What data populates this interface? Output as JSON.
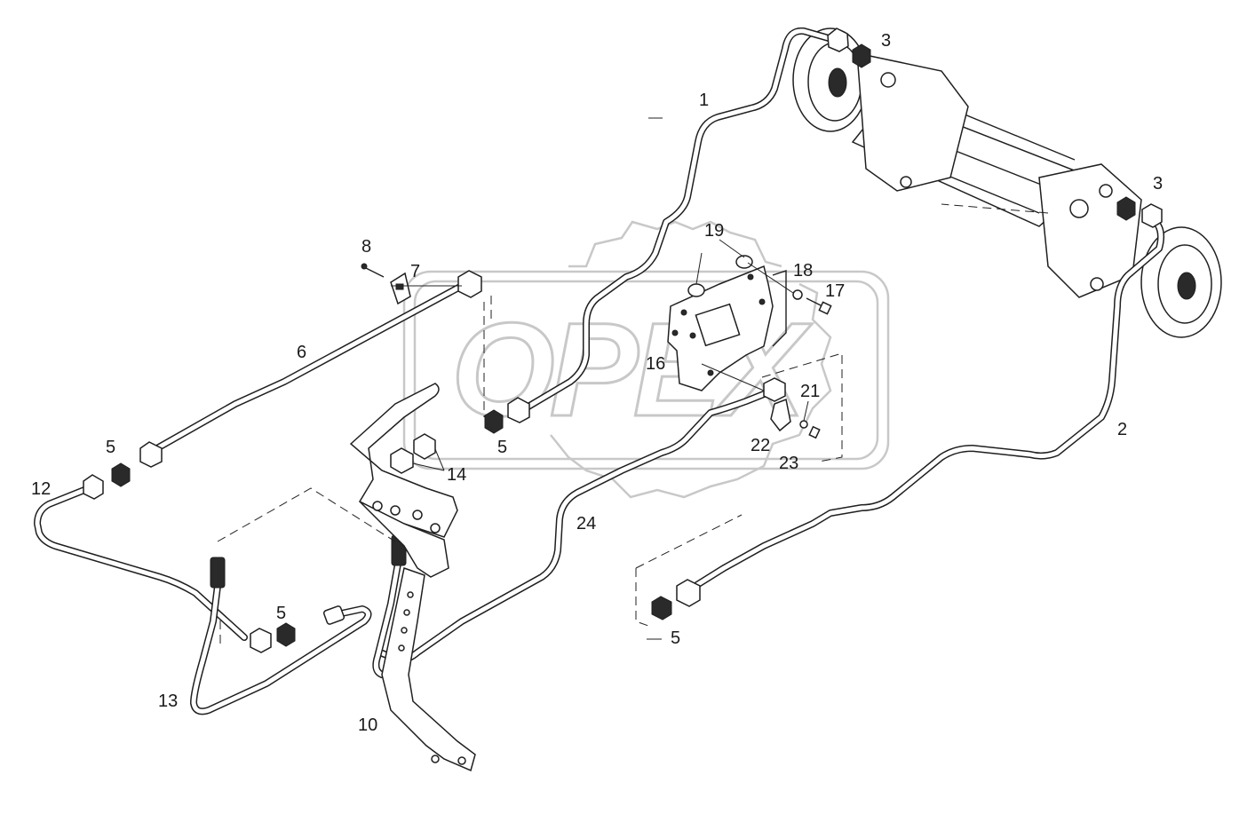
{
  "diagram": {
    "watermark_text": "OPEX",
    "callouts": [
      {
        "id": "c1",
        "label": "1"
      },
      {
        "id": "c2",
        "label": "2"
      },
      {
        "id": "c3a",
        "label": "3"
      },
      {
        "id": "c3b",
        "label": "3"
      },
      {
        "id": "c5a",
        "label": "5"
      },
      {
        "id": "c5b",
        "label": "5"
      },
      {
        "id": "c5c",
        "label": "5"
      },
      {
        "id": "c5d",
        "label": "5"
      },
      {
        "id": "c6",
        "label": "6"
      },
      {
        "id": "c7",
        "label": "7"
      },
      {
        "id": "c8",
        "label": "8"
      },
      {
        "id": "c10",
        "label": "10"
      },
      {
        "id": "c12",
        "label": "12"
      },
      {
        "id": "c13",
        "label": "13"
      },
      {
        "id": "c14",
        "label": "14"
      },
      {
        "id": "c16",
        "label": "16"
      },
      {
        "id": "c17",
        "label": "17"
      },
      {
        "id": "c18",
        "label": "18"
      },
      {
        "id": "c19",
        "label": "19"
      },
      {
        "id": "c21",
        "label": "21"
      },
      {
        "id": "c22",
        "label": "22"
      },
      {
        "id": "c23",
        "label": "23"
      },
      {
        "id": "c24",
        "label": "24"
      }
    ]
  }
}
